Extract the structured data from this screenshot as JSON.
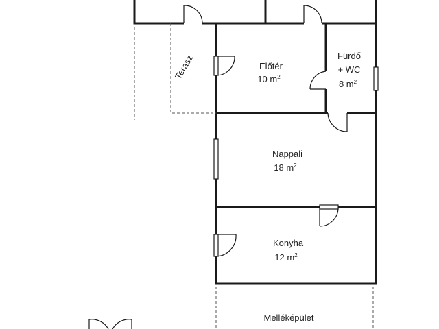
{
  "rooms": {
    "eloter": {
      "name": "Előtér",
      "area": "10 m",
      "unit_sup": "2"
    },
    "furdo": {
      "name_line1": "Fürdő",
      "name_line2": "+ WC",
      "area": "8 m",
      "unit_sup": "2"
    },
    "nappali": {
      "name": "Nappali",
      "area": "18 m",
      "unit_sup": "2"
    },
    "konyha": {
      "name": "Konyha",
      "area": "12 m",
      "unit_sup": "2"
    },
    "terasz": {
      "name": "Terasz"
    },
    "mellek": {
      "name": "Melléképület"
    }
  }
}
